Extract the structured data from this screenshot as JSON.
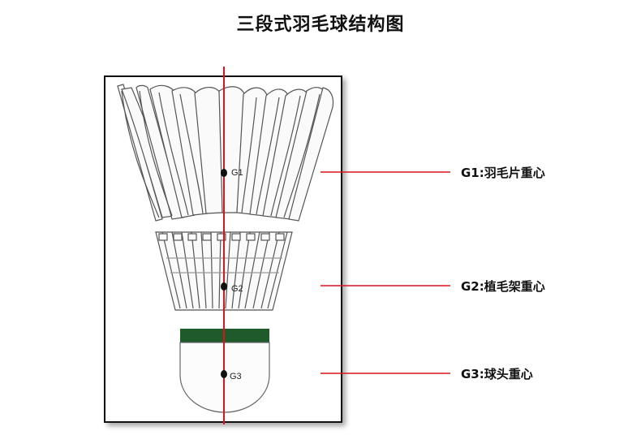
{
  "title": "三段式羽毛球结构图",
  "points": [
    {
      "id": "G1",
      "label": "G1"
    },
    {
      "id": "G2",
      "label": "G2"
    },
    {
      "id": "G3",
      "label": "G3"
    }
  ],
  "callouts": [
    {
      "text": "G1:羽毛片重心"
    },
    {
      "text": "G2:植毛架重心"
    },
    {
      "text": "G3:球头重心"
    }
  ],
  "colors": {
    "axis_line": "#d8141c",
    "cork_band": "#1f5a2a",
    "outline": "#555555"
  }
}
